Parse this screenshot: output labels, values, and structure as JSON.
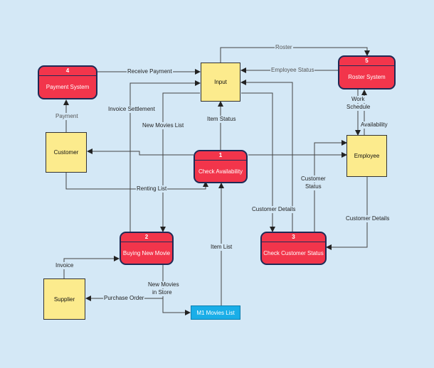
{
  "processes": {
    "p1": {
      "num": "1",
      "label": "Check Availability"
    },
    "p2": {
      "num": "2",
      "label": "Buying New Movie"
    },
    "p3": {
      "num": "3",
      "label": "Check Customer Status"
    },
    "p4": {
      "num": "4",
      "label": "Payment System"
    },
    "p5": {
      "num": "5",
      "label": "Roster System"
    }
  },
  "entities": {
    "input": "Input",
    "customer": "Customer",
    "employee": "Employee",
    "supplier": "Supplier"
  },
  "store": {
    "label": "M1  Movies List"
  },
  "flows": {
    "roster": "Roster",
    "receive_payment": "Receive Payment",
    "employee_status": "Employee Status",
    "invoice_settlement": "Invoice Settlement",
    "new_movies_list": "New Movies List",
    "item_status": "Item Status",
    "work_schedule_1": "Work",
    "work_schedule_2": "Schedule",
    "availability": "Availability",
    "payment": "Payment",
    "customer_status_1": "Customer",
    "customer_status_2": "Status",
    "renting_list": "Renting List",
    "customer_details_left": "Customer Details",
    "customer_details_right": "Customer Details",
    "item_list": "Item List",
    "invoice": "Invoice",
    "new_movies_store_1": "New Movies",
    "new_movies_store_2": "in Store",
    "purchase_order": "Purchase Order"
  },
  "colors": {
    "process_fill": "#f2354b",
    "entity_fill": "#fceb8d",
    "store_fill": "#1aaee8",
    "background": "#d4e8f6",
    "line": "#333333"
  }
}
